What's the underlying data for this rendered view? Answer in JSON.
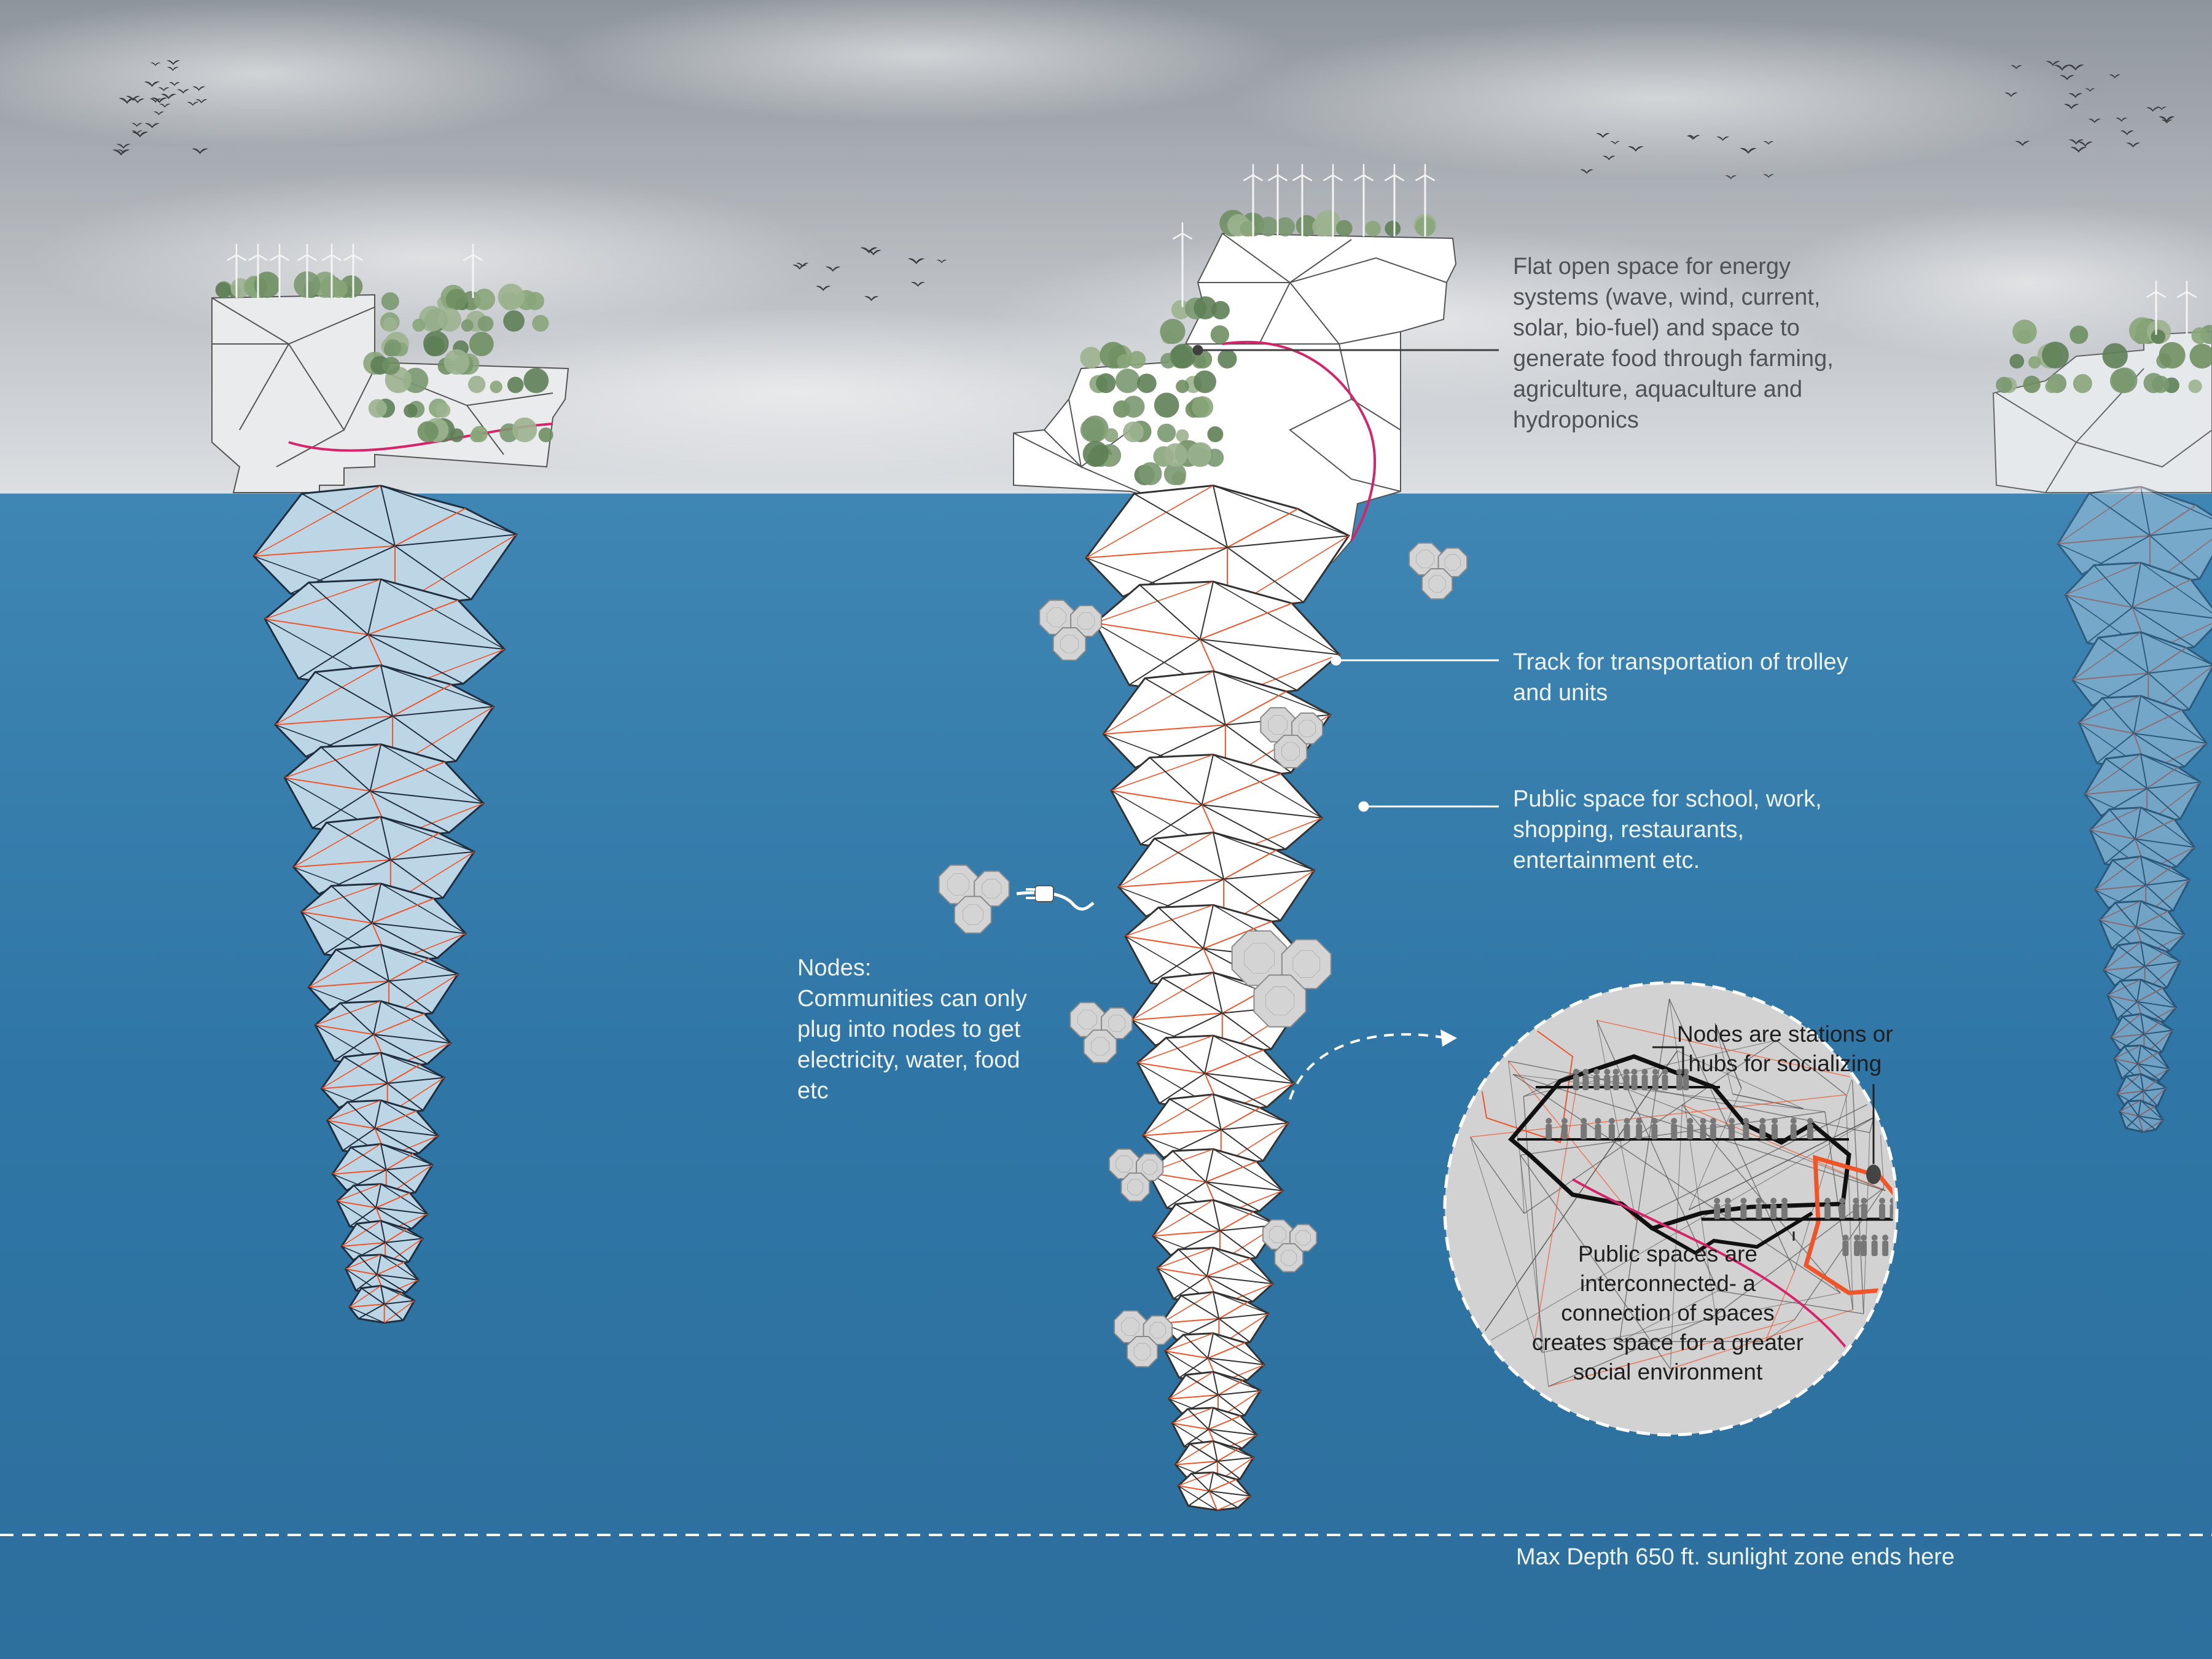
{
  "colors": {
    "sky_top": "#8f969c",
    "sky_bottom": "#d7dade",
    "sea_top": "#3f86b4",
    "sea_mid": "#2f75a5",
    "sea_deep": "#2d6e9c",
    "structure_white": "#ffffff",
    "structure_blue": "#bcd6e6",
    "accent_orange": "#f0552a",
    "track_pink": "#d6246a",
    "node_gray": "#d4d4d4",
    "bubble_fill": "#d2d2d2"
  },
  "annotations": {
    "energy": {
      "lines": [
        "Flat open space for energy",
        "systems (wave, wind, current,",
        "solar, bio-fuel) and space to",
        "generate food through farming,",
        "agriculture, aquaculture and",
        "hydroponics"
      ]
    },
    "track": {
      "lines": [
        "Track for transportation of trolley",
        "and units"
      ]
    },
    "public": {
      "lines": [
        "Public space for school, work,",
        "shopping, restaurants,",
        "entertainment etc."
      ]
    },
    "nodes": {
      "lines": [
        "Nodes:",
        "Communities can only",
        "plug into nodes to get",
        "electricity, water, food",
        "etc"
      ]
    },
    "hubs": {
      "lines": [
        "Nodes are stations or",
        "hubs for socializing"
      ]
    },
    "interconnected": {
      "lines": [
        "Public spaces are",
        "interconnected- a",
        "connection of spaces",
        "creates space for a  greater",
        "social environment"
      ]
    },
    "depth": {
      "text": "Max Depth 650 ft. sunlight zone ends here"
    }
  },
  "icons": {
    "birds": "bird-flock-icon",
    "turbines": "wind-turbine-icon",
    "plug": "power-plug-icon"
  }
}
